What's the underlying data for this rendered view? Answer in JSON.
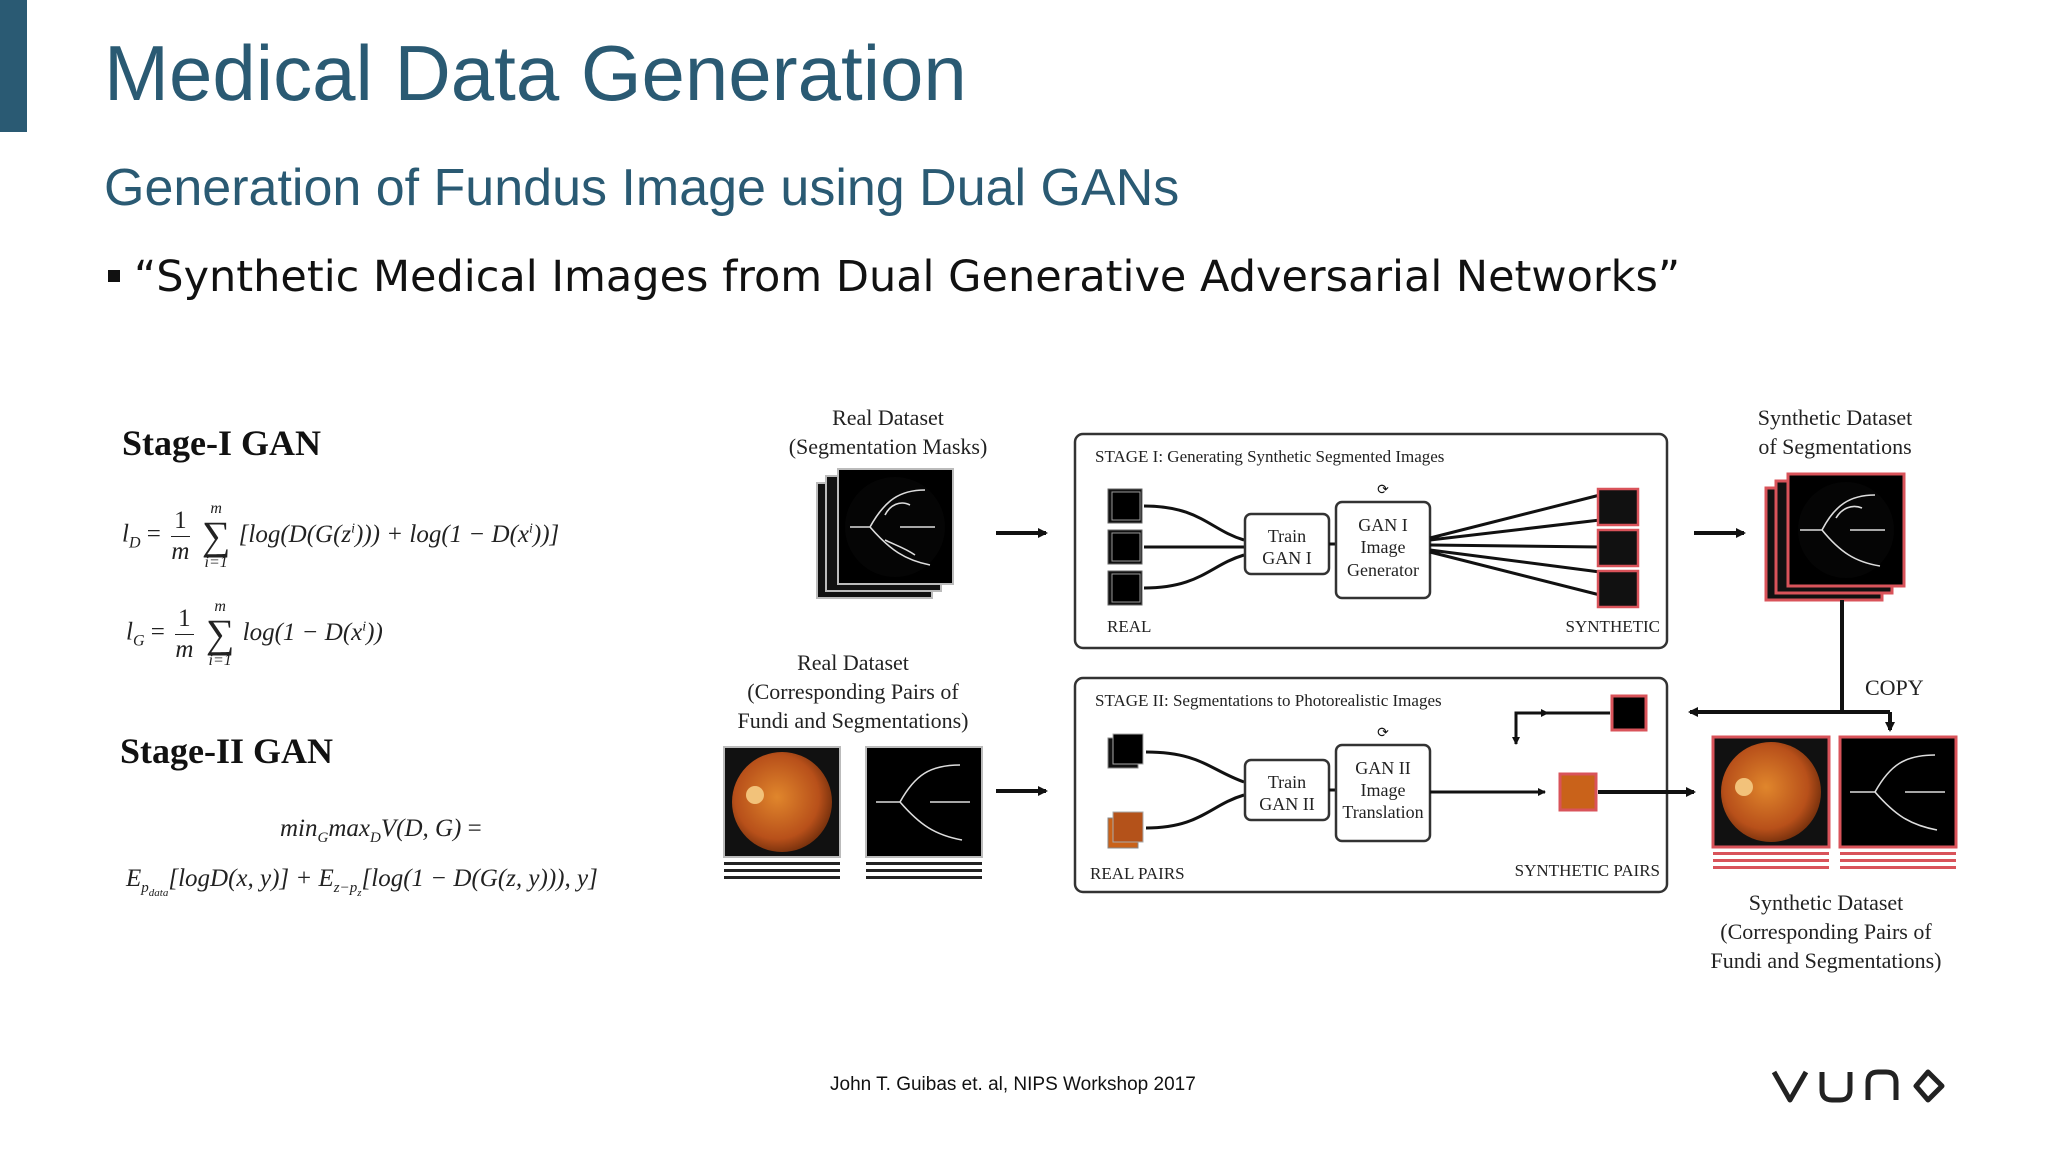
{
  "slide": {
    "title": "Medical Data Generation",
    "subtitle": "Generation of Fundus Image using Dual GANs",
    "bullet": "“Synthetic Medical Images from Dual Generative Adversarial Networks”",
    "citation": "John T. Guibas et. al,  NIPS Workshop 2017",
    "logo_text": "VUNO",
    "accent_color": "#2a5a73"
  },
  "equations": {
    "stage1_heading": "Stage-I GAN",
    "stage2_heading": "Stage-II GAN",
    "lD_lhs": "l",
    "lD_sub": "D",
    "frac_num": "1",
    "frac_den": "m",
    "sum_top": "m",
    "sum_bottom": "i=1",
    "lD_body": "[log(D(G(z<sup>i</sup>))) + log(1 − D(x<sup>i</sup>))]",
    "lG_body": "log(1 − D(x<sup>i</sup>))",
    "minmax": "min_G max_D V(D,G) =",
    "expectation": "E_pdata[logD(x,y)] + E_z−pz[log(1 − D(G(z,y))), y]"
  },
  "diagram": {
    "real_masks_line1": "Real Dataset",
    "real_masks_line2": "(Segmentation Masks)",
    "real_pairs_line1": "Real Dataset",
    "real_pairs_line2": "(Corresponding Pairs of",
    "real_pairs_line3": "Fundi and Segmentations)",
    "stage1_box_title": "STAGE I: Generating Synthetic Segmented Images",
    "stage2_box_title": "STAGE II: Segmentations to Photorealistic Images",
    "train_gan1_l1": "Train",
    "train_gan1_l2": "GAN I",
    "gan1_gen_l1": "GAN I",
    "gan1_gen_l2": "Image",
    "gan1_gen_l3": "Generator",
    "train_gan2_l1": "Train",
    "train_gan2_l2": "GAN II",
    "gan2_gen_l1": "GAN II",
    "gan2_gen_l2": "Image",
    "gan2_gen_l3": "Translation",
    "label_real": "REAL",
    "label_synthetic": "SYNTHETIC",
    "label_real_pairs": "REAL PAIRS",
    "label_synthetic_pairs": "SYNTHETIC PAIRS",
    "label_copy": "COPY",
    "synth_seg_line1": "Synthetic Dataset",
    "synth_seg_line2": "of Segmentations",
    "synth_pairs_line1": "Synthetic Dataset",
    "synth_pairs_line2": "(Corresponding Pairs of",
    "synth_pairs_line3": "Fundi and Segmentations)",
    "synthetic_border_color": "#d9535a",
    "fundus_color": "#c9621a"
  }
}
